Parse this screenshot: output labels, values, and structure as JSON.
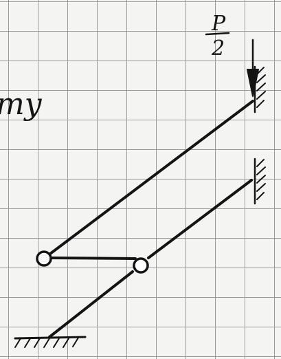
{
  "diagram": {
    "load_label_numerator": "P",
    "load_label_denominator": "2",
    "side_text_fragment": "my"
  },
  "colors": {
    "ink": "#141414",
    "paper": "#f4f4f2",
    "grid": "#9a9a9a"
  }
}
